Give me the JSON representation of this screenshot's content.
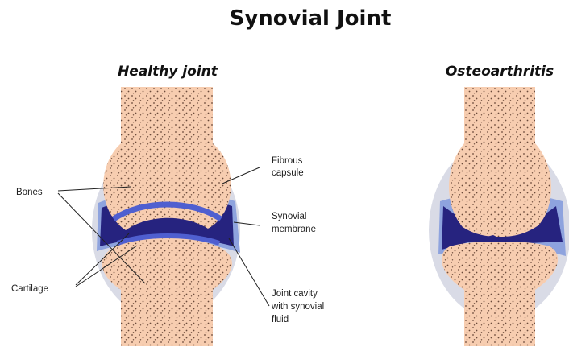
{
  "title": "Synovial Joint",
  "panels": {
    "healthy": {
      "heading": "Healthy joint"
    },
    "osteoarthritis": {
      "heading": "Osteoarthritis"
    }
  },
  "labels": {
    "bones": "Bones",
    "cartilage": "Cartilage",
    "fibrous_capsule": [
      "Fibrous",
      "capsule"
    ],
    "synovial_membrane": [
      "Synovial",
      "membrane"
    ],
    "joint_cavity": [
      "Joint cavity",
      "with synovial",
      "fluid"
    ]
  },
  "colors": {
    "bone": "#f7cdb0",
    "bone_dots": "#6b4a3a",
    "capsule": "#d9dbe6",
    "membrane": "#8ea3de",
    "synovial_fluid": "#26237f",
    "cartilage": "#4f5fd0"
  }
}
